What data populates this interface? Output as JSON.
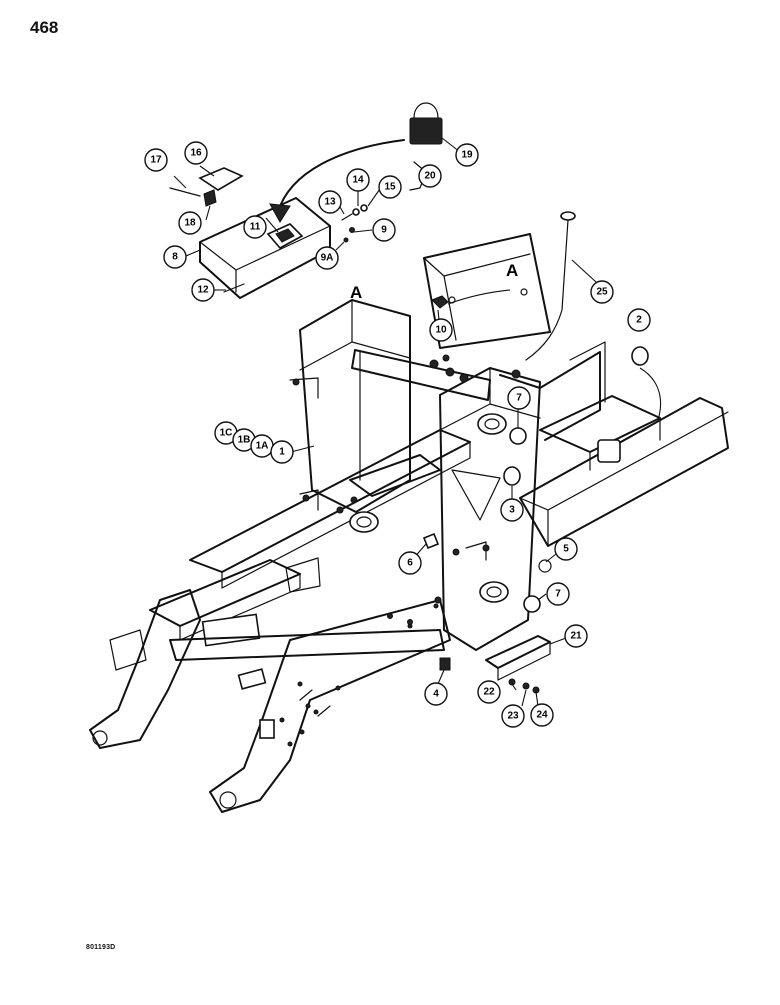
{
  "page_number": "468",
  "figure_code": "801193D",
  "reference_letters": [
    "A",
    "A"
  ],
  "callouts": {
    "c1": "1",
    "c1A": "1A",
    "c1B": "1B",
    "c1C": "1C",
    "c2": "2",
    "c3": "3",
    "c4": "4",
    "c5": "5",
    "c6": "6",
    "c7a": "7",
    "c7b": "7",
    "c8": "8",
    "c9": "9",
    "c9A": "9A",
    "c10": "10",
    "c11": "11",
    "c12": "12",
    "c13": "13",
    "c14": "14",
    "c15": "15",
    "c16": "16",
    "c17": "17",
    "c18": "18",
    "c19": "19",
    "c20": "20",
    "c21": "21",
    "c22": "22",
    "c23": "23",
    "c24": "24",
    "c25": "25"
  }
}
